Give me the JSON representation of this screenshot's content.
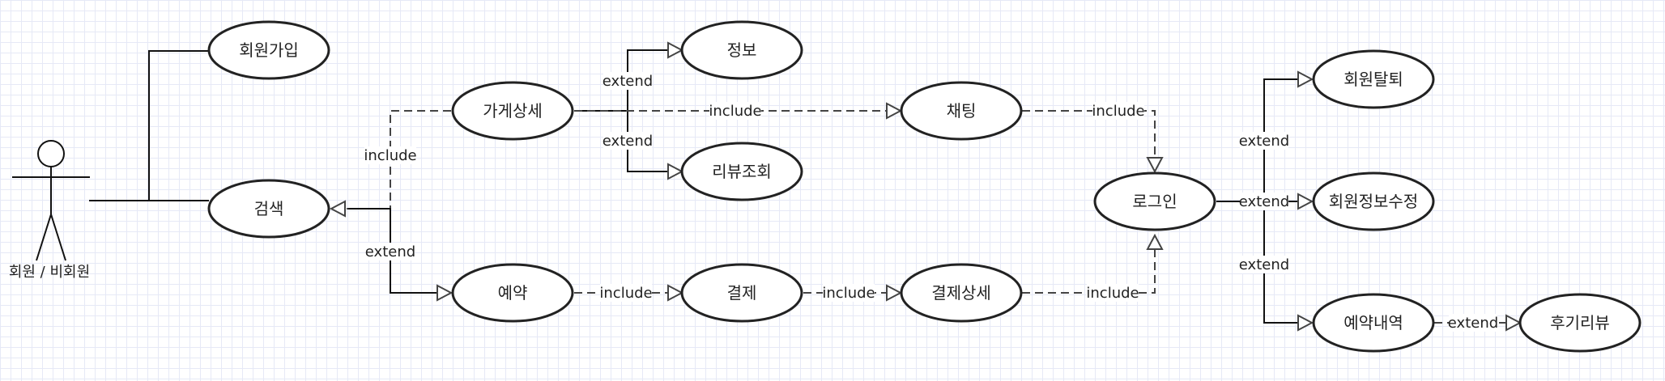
{
  "actor": {
    "label": "회원 / 비회원"
  },
  "usecases": {
    "signup": "회원가입",
    "search": "검색",
    "store_detail": "가게상세",
    "info": "정보",
    "review_view": "리뷰조회",
    "chat": "채팅",
    "reservation": "예약",
    "payment": "결제",
    "payment_detail": "결제상세",
    "login": "로그인",
    "withdraw": "회원탈퇴",
    "edit_profile": "회원정보수정",
    "reservation_history": "예약내역",
    "write_review": "후기리뷰"
  },
  "relations": {
    "include_store_search": "include",
    "extend_search_reservation": "extend",
    "extend_store_info": "extend",
    "extend_store_review": "extend",
    "include_store_chat": "include",
    "include_chat_login": "include",
    "include_reservation_payment": "include",
    "include_payment_detail": "include",
    "include_detail_login": "include",
    "extend_login_withdraw": "extend",
    "extend_login_edit": "extend",
    "extend_login_history": "extend",
    "extend_history_review": "extend"
  }
}
